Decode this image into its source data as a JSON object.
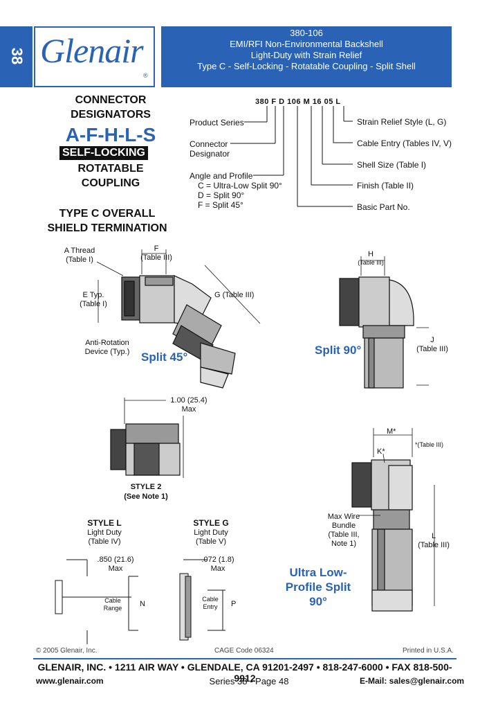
{
  "tab_number": "38",
  "brand": {
    "logo": "Glenair",
    "reg": "®"
  },
  "header": {
    "part": "380-106",
    "line1": "EMI/RFI Non-Environmental Backshell",
    "line2": "Light-Duty with Strain Relief",
    "line3": "Type C - Self-Locking - Rotatable Coupling - Split Shell"
  },
  "left_panel": {
    "connector_designators": [
      "CONNECTOR",
      "DESIGNATORS"
    ],
    "designators": "A-F-H-L-S",
    "self_locking": "SELF-LOCKING",
    "rotatable": [
      "ROTATABLE",
      "COUPLING"
    ],
    "type_c": [
      "TYPE C OVERALL",
      "SHIELD TERMINATION"
    ]
  },
  "part_number": {
    "code": "380 F D 106 M 16 05 L",
    "left_labels": {
      "product_series": "Product Series",
      "connector_designator": [
        "Connector",
        "Designator"
      ],
      "angle_profile": "Angle and Profile",
      "c": "C = Ultra-Low Split 90°",
      "d": "D = Split 90°",
      "f": "F = Split 45°"
    },
    "right_labels": {
      "strain_relief": "Strain Relief Style (L, G)",
      "cable_entry": "Cable Entry (Tables IV, V)",
      "shell_size": "Shell Size (Table I)",
      "finish": "Finish (Table II)",
      "basic_part": "Basic Part No."
    }
  },
  "split45": {
    "caption": "Split 45°",
    "a_thread": [
      "A Thread",
      "(Table I)"
    ],
    "f": [
      "F",
      "(Table III)"
    ],
    "e_typ": [
      "E Typ.",
      "(Table I)"
    ],
    "g": "G (Table III)",
    "anti_rotation": [
      "Anti-Rotation",
      "Device (Typ.)"
    ]
  },
  "split90": {
    "caption": "Split 90°",
    "h": [
      "H",
      "(Table III)"
    ],
    "j": [
      "J",
      "(Table III)"
    ]
  },
  "style2": {
    "dim": [
      "1.00 (25.4)",
      "Max"
    ],
    "label": [
      "STYLE 2",
      "(See Note 1)"
    ]
  },
  "ultra_low": {
    "caption": [
      "Ultra Low-",
      "Profile Split",
      "90°"
    ],
    "m": "M*",
    "k": "K*",
    "table_note": "*(Table III)",
    "max_wire": [
      "Max Wire",
      "Bundle",
      "(Table III,",
      "Note 1)"
    ],
    "l": [
      "L",
      "(Table III)"
    ]
  },
  "style_l": {
    "title": "STYLE L",
    "duty": [
      "Light Duty",
      "(Table IV)"
    ],
    "dim": [
      ".850 (21.6)",
      "Max"
    ],
    "cable": [
      "Cable",
      "Range"
    ],
    "n": "N"
  },
  "style_g": {
    "title": "STYLE G",
    "duty": [
      "Light Duty",
      "(Table V)"
    ],
    "dim": [
      ".072 (1.8)",
      "Max"
    ],
    "cable": [
      "Cable",
      "Entry"
    ],
    "p": "P"
  },
  "footer": {
    "copyright": "© 2005 Glenair, Inc.",
    "cage": "CAGE Code 06324",
    "printed": "Printed in U.S.A.",
    "address": "GLENAIR, INC. • 1211 AIR WAY • GLENDALE, CA 91201-2497 • 818-247-6000 • FAX 818-500-9912",
    "web": "www.glenair.com",
    "page": "Series 38 - Page 48",
    "email": "E-Mail: sales@glenair.com"
  },
  "colors": {
    "brand_blue": "#2a62b5"
  }
}
